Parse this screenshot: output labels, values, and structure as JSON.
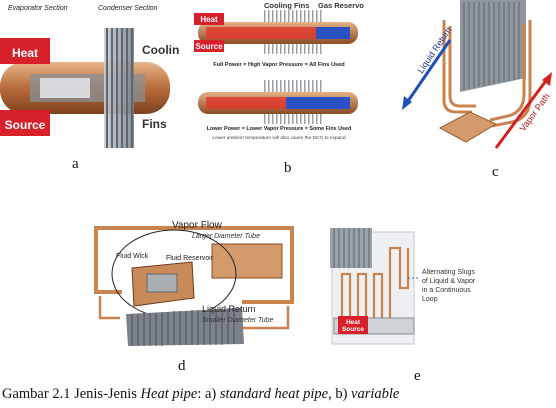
{
  "panel_a": {
    "evaporator_label": "Evaporator Section",
    "condenser_label": "Condenser Section",
    "heat_label": "Heat",
    "source_label": "Source",
    "cooling_label": "Cooling",
    "fins_label": "Fins",
    "letter": "a"
  },
  "panel_b": {
    "cooling_fins_label": "Cooling Fins",
    "gas_reservoir_label": "Gas Reservoir",
    "heat_label": "Heat",
    "source_label": "Source",
    "full_power_text": "Full Power = High Vapor Pressure = All Fins Used",
    "lower_power_text": "Lower Power = Lower Vapor Pressure = Some Fins Used",
    "ambient_text": "Lower ambient temperature will also cause the NCG to expand",
    "letter": "b"
  },
  "panel_c": {
    "liquid_return_label": "Liquid Return",
    "vapor_path_label": "Vapor Path",
    "letter": "c"
  },
  "panel_d": {
    "vapor_flow_label": "Vapor Flow",
    "larger_tube_label": "Larger Diameter Tube",
    "fluid_wick_label": "Fluid Wick",
    "fluid_reservoir_label": "Fluid Reservoir",
    "liquid_return_label": "Liquid Return",
    "smaller_tube_label": "Smaller Diameter Tube",
    "letter": "d"
  },
  "panel_e": {
    "heat_label": "Heat",
    "source_label": "Source",
    "slugs_line1": "Alternating Slugs",
    "slugs_line2": "of Liquid & Vapor",
    "slugs_line3": "in a Continuous",
    "slugs_line4": "Loop",
    "letter": "e"
  },
  "caption": {
    "prefix": "Gambar 2.1 Jenis-Jenis",
    "italic1": "Heat pipe",
    "part2": ": a)",
    "italic2": "standard heat pipe",
    "part3": ", b)",
    "italic3": "variable"
  },
  "colors": {
    "heat_red": "#d8202a",
    "copper": "#c8834f",
    "fin_gray": "#9aa0a6",
    "arrow_blue": "#1f4fb8",
    "arrow_red": "#d42020"
  }
}
